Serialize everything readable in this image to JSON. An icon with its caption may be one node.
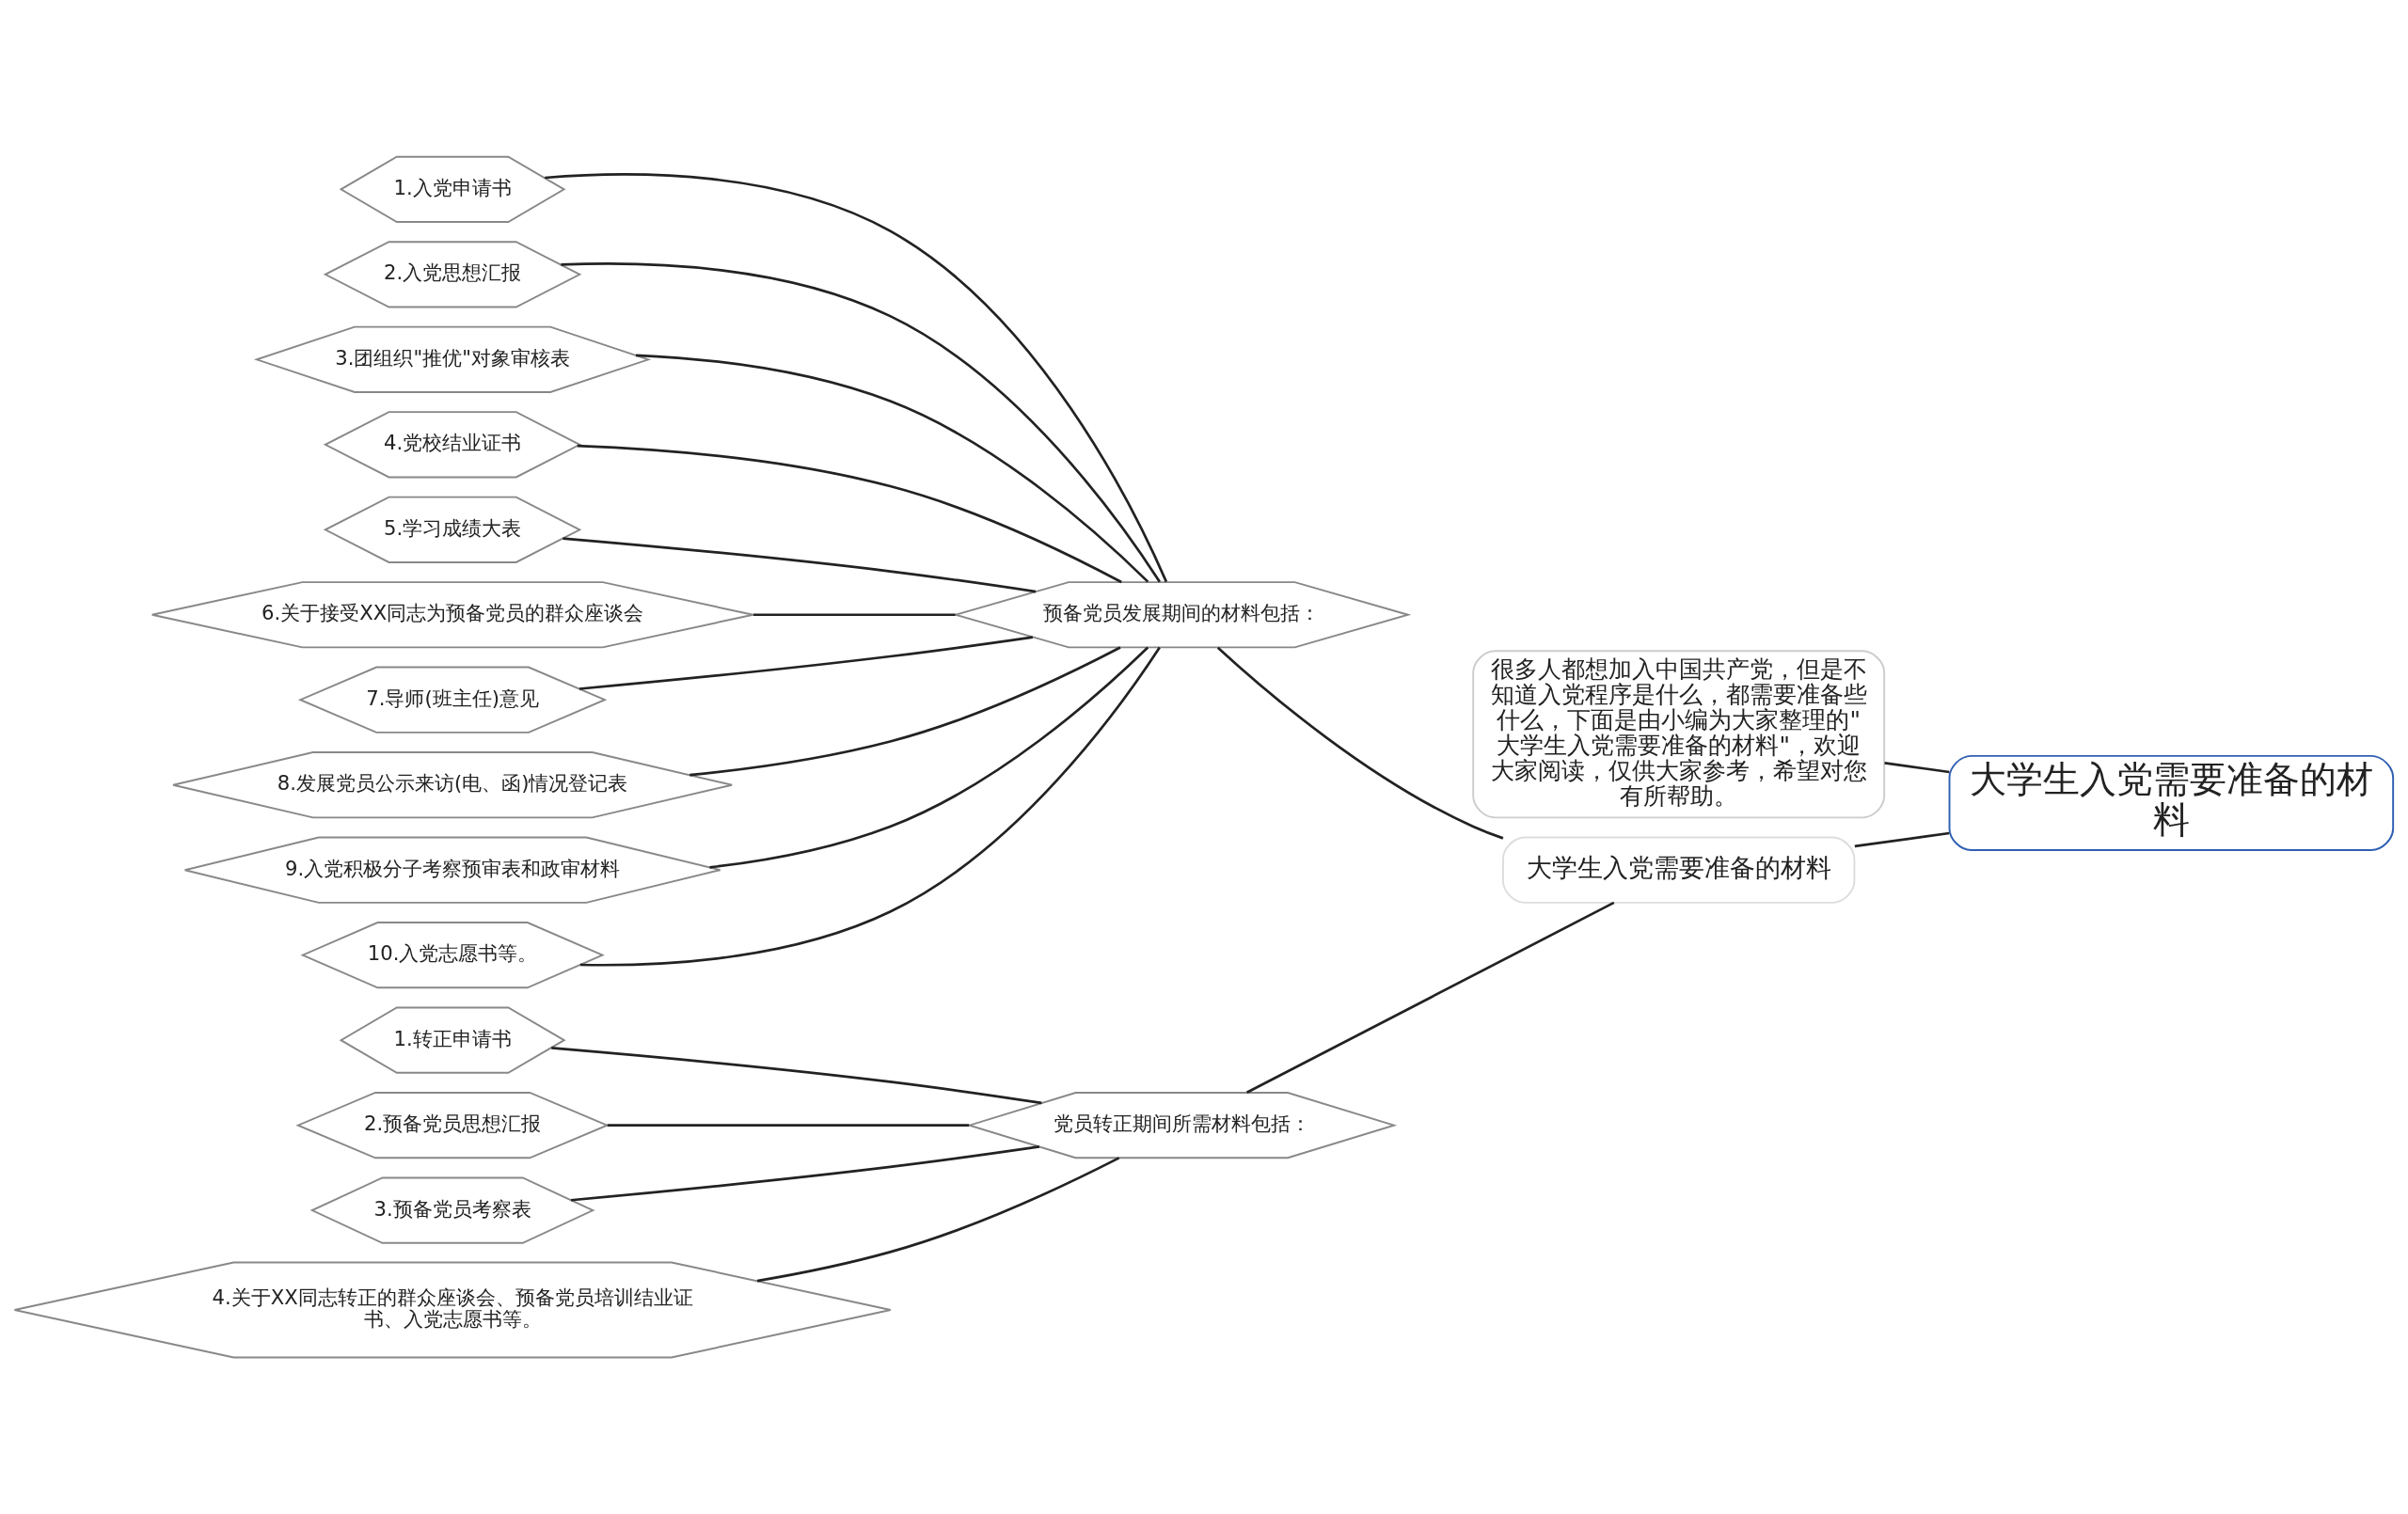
{
  "diagram": {
    "nodes": [
      {
        "text": [
          "大学生入党需要准备的材料"
        ]
      },
      {
        "text": [
          "很多人都想加入中国共产党，但是不知道入党程序是什么，都需要准备些什么，下面是由小编为大家整理的\"大学生入党需要准备的材料\"，欢迎大家阅读，仅供大家参考，希望对您有所帮助。"
        ]
      },
      {
        "text": [
          "大学生入党需要准备的材料"
        ]
      },
      {
        "text": [
          "预备党员发展期间的材料包括："
        ]
      },
      {
        "text": [
          "1.入党申请书"
        ]
      },
      {
        "text": [
          "2.入党思想汇报"
        ]
      },
      {
        "text": [
          "3.团组织\"推优\"对象审核表"
        ]
      },
      {
        "text": [
          "4.党校结业证书"
        ]
      },
      {
        "text": [
          "5.学习成绩大表"
        ]
      },
      {
        "text": [
          "6.关于接受XX同志为预备党员的群众座谈会"
        ]
      },
      {
        "text": [
          "7.导师(班主任)意见"
        ]
      },
      {
        "text": [
          "8.发展党员公示来访(电、函)情况登记表"
        ]
      },
      {
        "text": [
          "9.入党积极分子考察预审表和政审材料"
        ]
      },
      {
        "text": [
          "10.入党志愿书等。"
        ]
      },
      {
        "text": [
          "党员转正期间所需材料包括："
        ]
      },
      {
        "text": [
          "1.转正申请书"
        ]
      },
      {
        "text": [
          "2.预备党员思想汇报"
        ]
      },
      {
        "text": [
          "3.预备党员考察表"
        ]
      },
      {
        "text": [
          "4.关于XX同志转正的群众座谈会、预备党员培训结业证书、入党志愿书等。"
        ]
      }
    ],
    "edges": [
      {
        "from": 0,
        "to": 1,
        "arrow": "none"
      },
      {
        "from": 0,
        "to": 2,
        "arrow": "none"
      },
      {
        "from": 2,
        "to": 3,
        "arrow": "none"
      },
      {
        "from": 2,
        "to": 14,
        "arrow": "none"
      },
      {
        "from": 3,
        "to": 4,
        "arrow": "none"
      },
      {
        "from": 3,
        "to": 5,
        "arrow": "none"
      },
      {
        "from": 3,
        "to": 6,
        "arrow": "none"
      },
      {
        "from": 3,
        "to": 7,
        "arrow": "none"
      },
      {
        "from": 3,
        "to": 8,
        "arrow": "none"
      },
      {
        "from": 3,
        "to": 9,
        "arrow": "none"
      },
      {
        "from": 3,
        "to": 10,
        "arrow": "none"
      },
      {
        "from": 3,
        "to": 11,
        "arrow": "none"
      },
      {
        "from": 3,
        "to": 12,
        "arrow": "none"
      },
      {
        "from": 3,
        "to": 13,
        "arrow": "none"
      },
      {
        "from": 14,
        "to": 15,
        "arrow": "none"
      },
      {
        "from": 14,
        "to": 16,
        "arrow": "none"
      },
      {
        "from": 14,
        "to": 17,
        "arrow": "none"
      },
      {
        "from": 14,
        "to": 18,
        "arrow": "none"
      }
    ]
  }
}
